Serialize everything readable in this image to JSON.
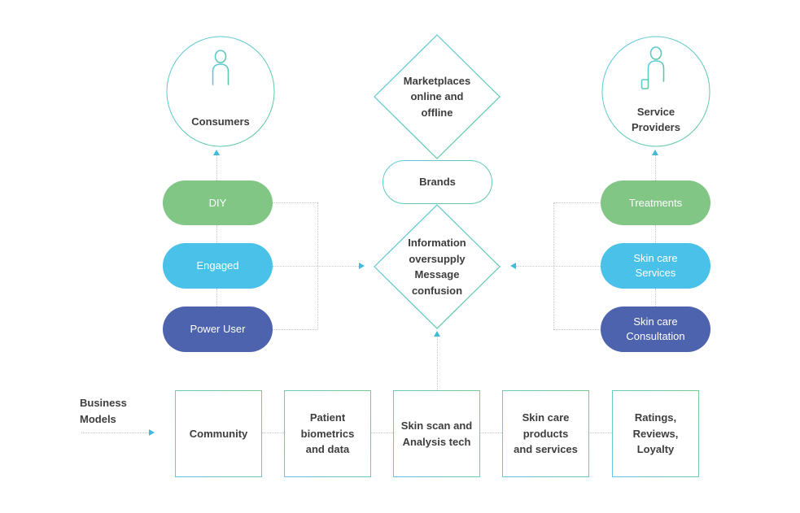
{
  "colors": {
    "segment_green": "#82c686",
    "segment_light_blue": "#4ac1e9",
    "segment_dark_blue": "#4d63ad",
    "outline_blue": "#5fc9e4",
    "outline_green": "#5fc89b",
    "arrow_accent": "#42bada",
    "dotted_line": "#c7c7c7",
    "text_dark": "#3d3d3d",
    "text_on_segment": "#ffffff"
  },
  "consumers": {
    "label": "Consumers",
    "icon": "person-icon",
    "segments": [
      {
        "label": "DIY",
        "color": "#82c686"
      },
      {
        "label": "Engaged",
        "color": "#4ac1e9"
      },
      {
        "label": "Power User",
        "color": "#4d63ad"
      }
    ]
  },
  "providers": {
    "label": "Service\nProviders",
    "icon": "person-briefcase-icon",
    "segments": [
      {
        "label": "Treatments",
        "color": "#82c686"
      },
      {
        "label": "Skin care\nServices",
        "color": "#4ac1e9"
      },
      {
        "label": "Skin care\nConsultation",
        "color": "#4d63ad"
      }
    ]
  },
  "center": {
    "top_diamond": "Marketplaces\nonline and\noffline",
    "capsule": "Brands",
    "bottom_diamond": "Information\noversupply\nMessage\nconfusion"
  },
  "bottom": {
    "caption": "Business\nModels",
    "boxes": [
      {
        "label": "Community"
      },
      {
        "label": "Patient\nbiometrics\nand data"
      },
      {
        "label": "Skin scan and\nAnalysis tech"
      },
      {
        "label": "Skin care\nproducts\nand services"
      },
      {
        "label": "Ratings,\nReviews,\nLoyalty"
      }
    ]
  }
}
